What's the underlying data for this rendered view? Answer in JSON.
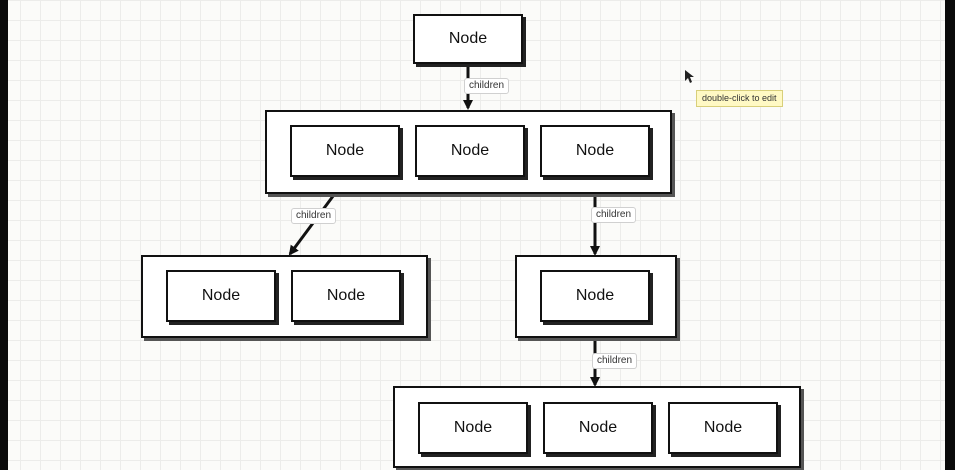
{
  "nodes": {
    "root": "Node",
    "level1": [
      "Node",
      "Node",
      "Node"
    ],
    "left_group": [
      "Node",
      "Node"
    ],
    "right_group": [
      "Node"
    ],
    "bottom_group": [
      "Node",
      "Node",
      "Node"
    ]
  },
  "edge_labels": {
    "root_to_level1": "children",
    "level1_to_left": "children",
    "level1_to_right": "children",
    "right_to_bottom": "children"
  },
  "tooltip": "double-click to edit",
  "colors": {
    "stroke": "#111111",
    "tooltip_bg": "#fff9c4",
    "grid": "#ececea"
  }
}
